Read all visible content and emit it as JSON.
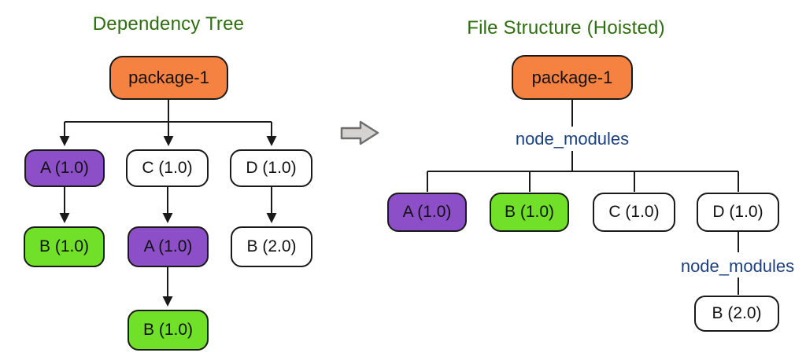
{
  "titles": {
    "left": "Dependency Tree",
    "right": "File Structure (Hoisted)"
  },
  "left_tree": {
    "root": "package-1",
    "level1": [
      "A (1.0)",
      "C (1.0)",
      "D (1.0)"
    ],
    "level2": [
      "B (1.0)",
      "A (1.0)",
      "B (2.0)"
    ],
    "level3": [
      "B (1.0)"
    ]
  },
  "right_tree": {
    "root": "package-1",
    "folder_top": "node_modules",
    "hoisted": [
      "A (1.0)",
      "B (1.0)",
      "C (1.0)",
      "D (1.0)"
    ],
    "folder_nested": "node_modules",
    "nested": [
      "B (2.0)"
    ]
  },
  "colors": {
    "orange": "#f58240",
    "purple": "#8c4fc8",
    "green": "#71e028",
    "white": "#ffffff",
    "title_green": "#2e6e10",
    "folder_blue": "#1b4080",
    "line": "#1a1a1a",
    "block_arrow_fill": "#d5d3d1",
    "block_arrow_border": "#6e6e6e"
  }
}
